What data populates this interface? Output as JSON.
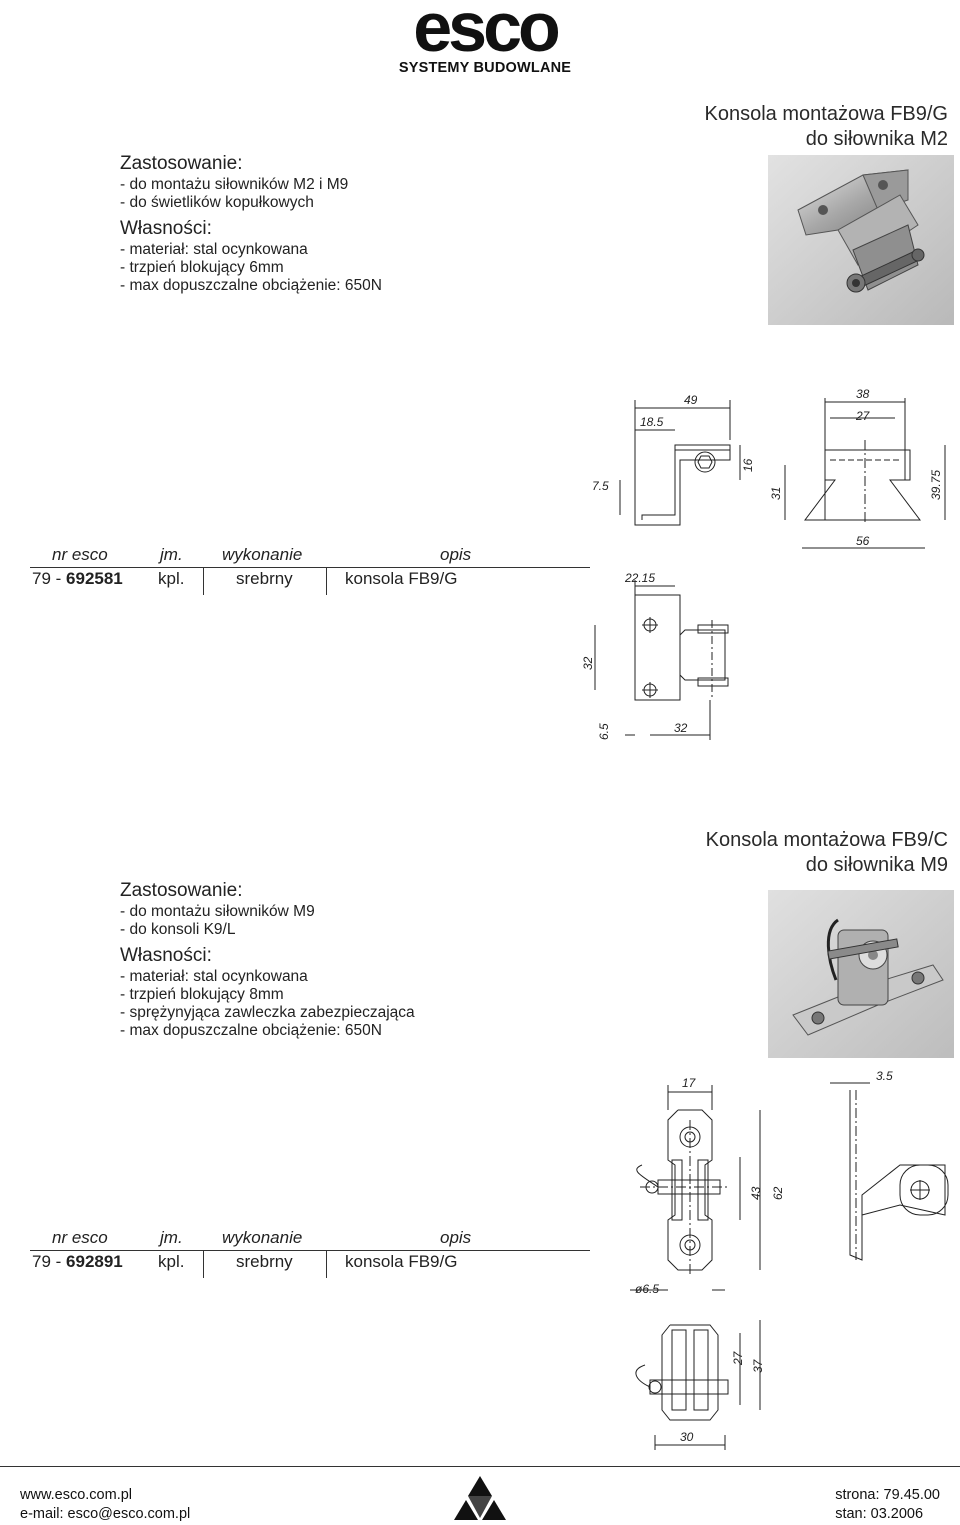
{
  "brand": {
    "name": "esco",
    "tagline": "SYSTEMY BUDOWLANE"
  },
  "table_headers": {
    "col1": "nr esco",
    "col2": "jm.",
    "col3": "wykonanie",
    "col4": "opis"
  },
  "products": [
    {
      "title_line1": "Konsola montażowa FB9/G",
      "title_line2": "do siłownika M2",
      "section_application": "Zastosowanie:",
      "application": [
        "- do montażu siłowników M2 i M9",
        "- do świetlików kopułkowych"
      ],
      "section_properties": "Własności:",
      "properties": [
        "- materiał: stal ocynkowana",
        "- trzpień blokujący 6mm",
        "- max dopuszczalne obciążenie: 650N"
      ],
      "row": {
        "code_prefix": "79 - ",
        "code_number": "692581",
        "unit": "kpl.",
        "finish": "srebrny",
        "description": "konsola FB9/G"
      },
      "dimensions": {
        "d49": "49",
        "d18_5": "18.5",
        "d7_5": "7.5",
        "d16": "16",
        "d38": "38",
        "d27": "27",
        "d31": "31",
        "d39_75": "39.75",
        "d56": "56",
        "d22_15": "22.15",
        "d32a": "32",
        "d6_5": "6.5",
        "d32b": "32"
      }
    },
    {
      "title_line1": "Konsola montażowa FB9/C",
      "title_line2": "do siłownika M9",
      "section_application": "Zastosowanie:",
      "application": [
        "- do montażu siłowników M9",
        "- do konsoli K9/L"
      ],
      "section_properties": "Własności:",
      "properties": [
        "- materiał: stal ocynkowana",
        "- trzpień blokujący 8mm",
        "- sprężynyjąca zawleczka zabezpieczająca",
        "- max dopuszczalne obciążenie: 650N"
      ],
      "row": {
        "code_prefix": "79 - ",
        "code_number": "692891",
        "unit": "kpl.",
        "finish": "srebrny",
        "description": "konsola FB9/G"
      },
      "dimensions": {
        "d17": "17",
        "d3_5": "3.5",
        "d43": "43",
        "d62": "62",
        "d6_5": "ø6.5",
        "d27": "27",
        "d37": "37",
        "d30": "30"
      }
    }
  ],
  "footer": {
    "website": "www.esco.com.pl",
    "email": "e-mail: esco@esco.com.pl",
    "page": "strona: 79.45.00",
    "status": "stan: 03.2006"
  }
}
